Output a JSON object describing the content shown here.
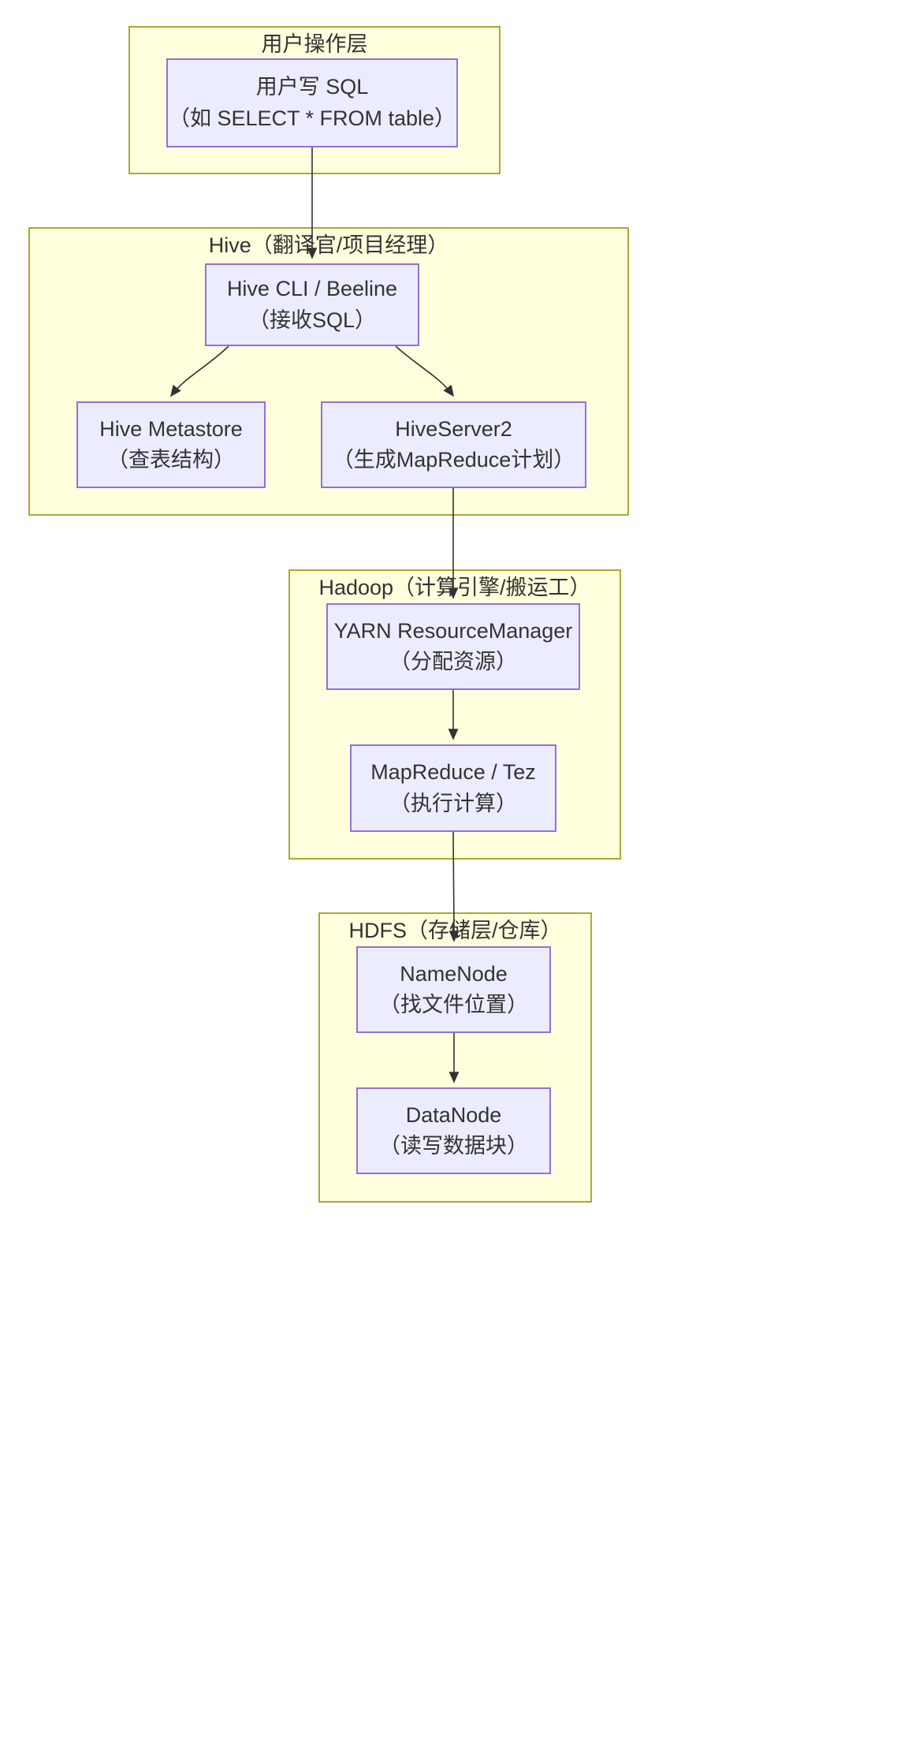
{
  "diagram": {
    "title": "Hive on Hadoop architecture flow",
    "type": "flowchart",
    "direction": "top-to-bottom",
    "colors": {
      "cluster_fill": "#ffffde",
      "cluster_stroke": "#aaaa33",
      "node_fill": "#ececff",
      "node_stroke": "#9370db",
      "edge_stroke": "#333333",
      "text": "#333333",
      "background": "#ffffff"
    },
    "clusters": [
      {
        "id": "user",
        "title": "用户操作层",
        "nodes": [
          {
            "id": "sql",
            "lines": [
              "用户写 SQL",
              "（如 SELECT * FROM table）"
            ]
          }
        ]
      },
      {
        "id": "hive",
        "title": "Hive（翻译官/项目经理）",
        "nodes": [
          {
            "id": "cli",
            "lines": [
              "Hive CLI / Beeline",
              "（接收SQL）"
            ]
          },
          {
            "id": "metastore",
            "lines": [
              "Hive Metastore",
              "（查表结构）"
            ]
          },
          {
            "id": "hs2",
            "lines": [
              "HiveServer2",
              "（生成MapReduce计划）"
            ]
          }
        ]
      },
      {
        "id": "hadoop",
        "title": "Hadoop（计算引擎/搬运工）",
        "nodes": [
          {
            "id": "yarn",
            "lines": [
              "YARN ResourceManager",
              "（分配资源）"
            ]
          },
          {
            "id": "mr",
            "lines": [
              "MapReduce / Tez",
              "（执行计算）"
            ]
          }
        ]
      },
      {
        "id": "hdfs",
        "title": "HDFS（存储层/仓库）",
        "nodes": [
          {
            "id": "namenode",
            "lines": [
              "NameNode",
              "（找文件位置）"
            ]
          },
          {
            "id": "datanode",
            "lines": [
              "DataNode",
              "（读写数据块）"
            ]
          }
        ]
      }
    ],
    "edges": [
      {
        "from": "sql",
        "to": "cli",
        "label": ""
      },
      {
        "from": "cli",
        "to": "metastore",
        "label": ""
      },
      {
        "from": "cli",
        "to": "hs2",
        "label": ""
      },
      {
        "from": "hs2",
        "to": "yarn",
        "label": ""
      },
      {
        "from": "yarn",
        "to": "mr",
        "label": ""
      },
      {
        "from": "mr",
        "to": "namenode",
        "label": ""
      },
      {
        "from": "namenode",
        "to": "datanode",
        "label": ""
      }
    ]
  }
}
